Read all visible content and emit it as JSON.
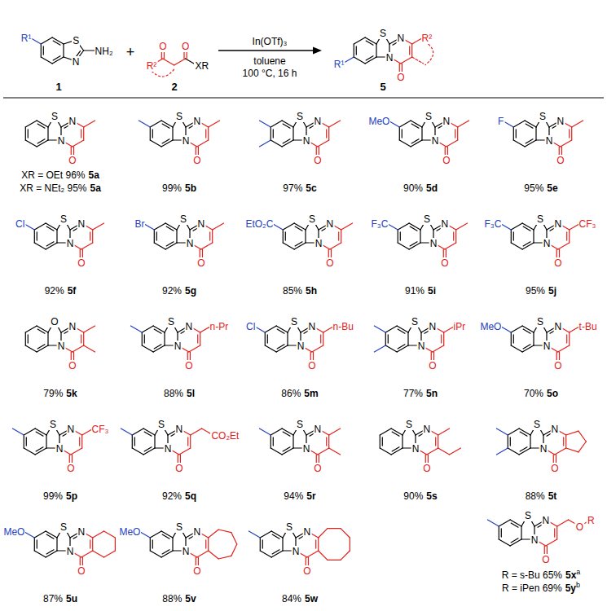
{
  "diagram": {
    "labels": [
      "R¹",
      "S",
      "N",
      "NH₂",
      "1",
      "+",
      "R²",
      "O",
      "O",
      "XR",
      "2",
      "In(OTf)₃",
      "toluene",
      "100 °C, 16 h",
      "S",
      "N",
      "N",
      "O",
      "R¹",
      "R²",
      "5",
      "S",
      "N",
      "N",
      "O",
      "XR = OEt 96%",
      "5a",
      "XR = NEt₂ 95%",
      "5a",
      "S",
      "N",
      "N",
      "O",
      "99%",
      "5b",
      "S",
      "N",
      "N",
      "O",
      "97%",
      "5c",
      "S",
      "N",
      "N",
      "O",
      "MeO",
      "90%",
      "5d",
      "S",
      "N",
      "N",
      "O",
      "F",
      "95%",
      "5e",
      "S",
      "N",
      "N",
      "O",
      "Cl",
      "92%",
      "5f",
      "S",
      "N",
      "N",
      "O",
      "Br",
      "92%",
      "5g",
      "S",
      "N",
      "N",
      "O",
      "EtO₂C",
      "85%",
      "5h",
      "S",
      "N",
      "N",
      "O",
      "F₃C",
      "91%",
      "5i",
      "S",
      "N",
      "N",
      "O",
      "F₃C",
      "CF₃",
      "95%",
      "5j",
      "O",
      "N",
      "N",
      "O",
      "79%",
      "5k",
      "S",
      "N",
      "N",
      "O",
      "n-Pr",
      "88%",
      "5l",
      "S",
      "N",
      "N",
      "O",
      "Cl",
      "n-Bu",
      "86%",
      "5m",
      "S",
      "N",
      "N",
      "O",
      "iPr",
      "77%",
      "5n",
      "S",
      "N",
      "N",
      "O",
      "MeO",
      "t-Bu",
      "70%",
      "5o",
      "S",
      "N",
      "N",
      "O",
      "CF₃",
      "99%",
      "5p",
      "S",
      "N",
      "N",
      "O",
      "CO₂Et",
      "92%",
      "5q",
      "S",
      "N",
      "N",
      "O",
      "94%",
      "5r",
      "S",
      "N",
      "N",
      "O",
      "90%",
      "5s",
      "S",
      "N",
      "N",
      "O",
      "88%",
      "5t",
      "S",
      "N",
      "N",
      "O",
      "MeO",
      "87%",
      "5u",
      "S",
      "N",
      "N",
      "O",
      "MeO",
      "88%",
      "5v",
      "S",
      "N",
      "N",
      "O",
      "84%",
      "5w",
      "S",
      "N",
      "N",
      "O",
      "O",
      "R",
      "R = s-Bu 65%",
      "5x",
      "a",
      "R = iPen 69%",
      "5y",
      "b"
    ]
  }
}
